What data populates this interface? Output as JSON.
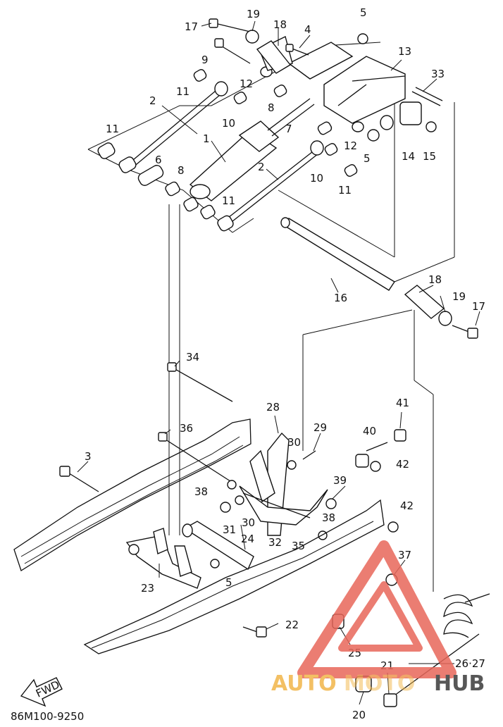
{
  "diagram": {
    "doc_code": "86M100-9250",
    "fwd_label": "FWD",
    "callouts": [
      "1",
      "2",
      "2",
      "3",
      "4",
      "5",
      "5",
      "5",
      "6",
      "7",
      "8",
      "8",
      "9",
      "10",
      "10",
      "11",
      "11",
      "11",
      "11",
      "12",
      "12",
      "13",
      "14",
      "15",
      "16",
      "17",
      "17",
      "18",
      "18",
      "19",
      "19",
      "20",
      "21",
      "22",
      "23",
      "24",
      "25",
      "26·27",
      "28",
      "29",
      "30",
      "30",
      "31",
      "32",
      "33",
      "34",
      "35",
      "36",
      "37",
      "38",
      "38",
      "39",
      "40",
      "41",
      "42",
      "42"
    ]
  },
  "watermark": {
    "text_a": "AUTO",
    "text_b": "MOTO",
    "text_c": "HUB",
    "color_primary": "#e8675a",
    "color_secondary": "#f2b64a",
    "color_dark": "#3a3a3a"
  }
}
